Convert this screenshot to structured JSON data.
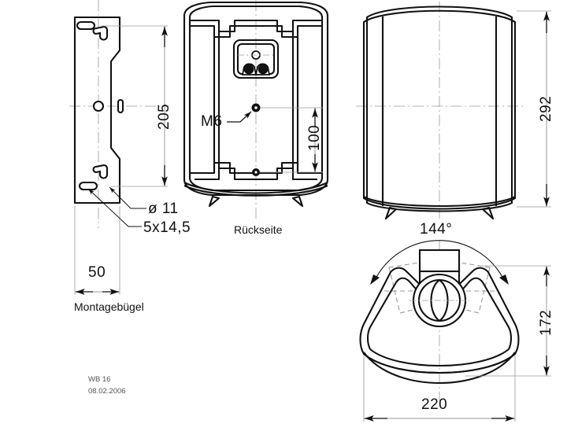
{
  "drawing": {
    "type": "technical-drawing",
    "product": "wall-mount loudspeaker with bracket",
    "units": "mm",
    "background": "#ffffff",
    "line_color": "#111111",
    "centerline_color": "#9a9a9a"
  },
  "title_block": {
    "model": "WB 16",
    "date": "08.02.2006"
  },
  "views": {
    "bracket": {
      "label": "Montagebügel",
      "dimensions": {
        "hole_spacing": "205",
        "width": "50"
      },
      "callouts": {
        "round_hole": "ø 11",
        "slot": "5x14,5"
      }
    },
    "rear": {
      "label": "Rückseite",
      "dimensions": {
        "thread_spacing": "100"
      },
      "callouts": {
        "thread": "M6"
      }
    },
    "side": {
      "label": "144°",
      "dimensions": {
        "height": "292"
      }
    },
    "plan": {
      "dimensions": {
        "depth": "172",
        "width": "220"
      }
    }
  },
  "chart_data": {
    "type": "table",
    "title": "WB 16 dimensions (mm)",
    "categories": [
      "205",
      "50",
      "ø 11",
      "5x14,5",
      "M6",
      "100",
      "292",
      "144°",
      "172",
      "220"
    ],
    "values": [
      205,
      50,
      11,
      14.5,
      6,
      100,
      292,
      144,
      172,
      220
    ]
  }
}
